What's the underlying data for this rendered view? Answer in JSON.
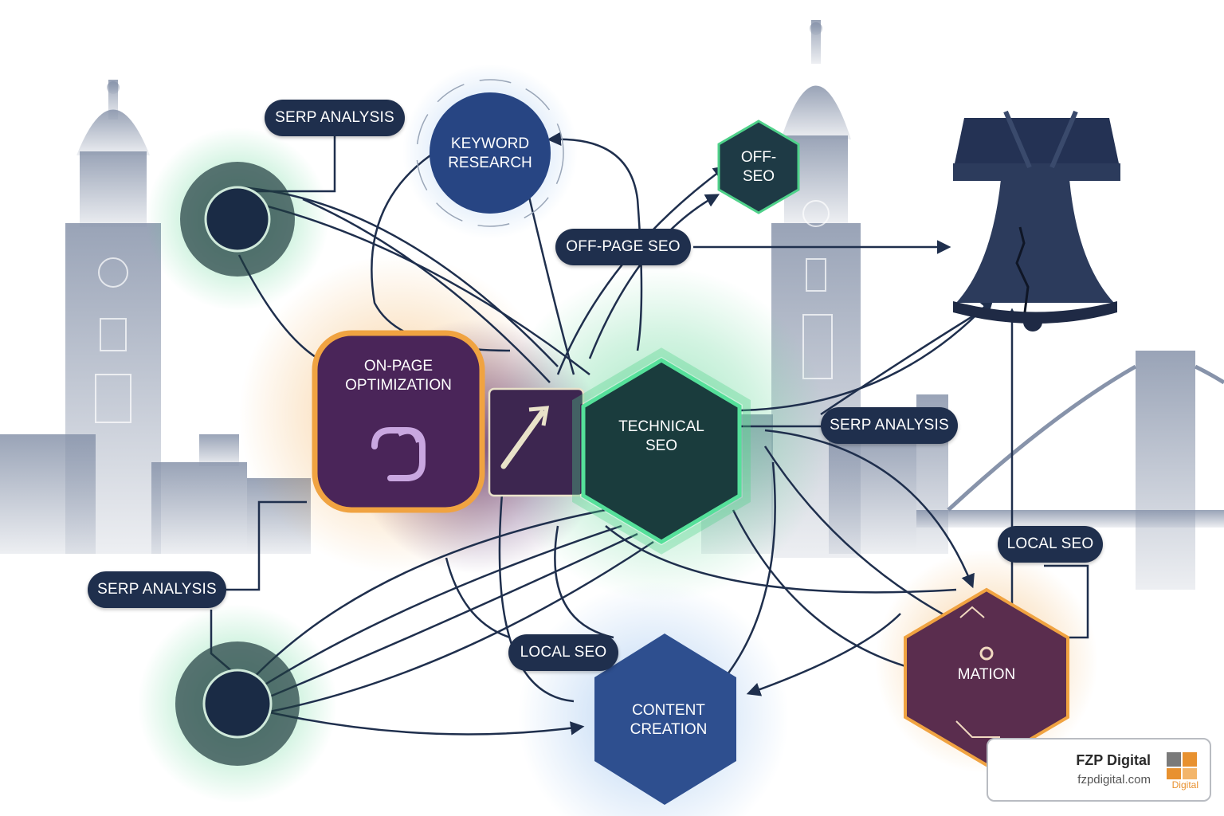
{
  "labels": {
    "serp_analysis_top": "SERP ANALYSIS",
    "off_page_seo": "OFF-PAGE SEO",
    "serp_analysis_right": "SERP ANALYSIS",
    "local_seo_right": "LOCAL SEO",
    "serp_analysis_left": "SERP ANALYSIS",
    "local_seo_bottom": "LOCAL SEO"
  },
  "nodes": {
    "keyword_research": [
      "KEYWORD",
      "RESEARCH"
    ],
    "off_seo": [
      "OFF-",
      "SEO"
    ],
    "on_page_optimization": [
      "ON-PAGE",
      "OPTIMIZATION"
    ],
    "technical_seo": [
      "TECHNICAL",
      "SEO"
    ],
    "content_creation": [
      "CONTENT",
      "CREATION"
    ],
    "mation": "MATION"
  },
  "brand": {
    "name": "FZP Digital",
    "url": "fzpdigital.com",
    "logo_word": "Digital"
  },
  "colors": {
    "navy": "#1f2f4d",
    "green": "#4fd18a",
    "orange": "#f0a341",
    "purple": "#4a2559",
    "blue": "#2e4f8f",
    "skyline": "#8793aa"
  }
}
